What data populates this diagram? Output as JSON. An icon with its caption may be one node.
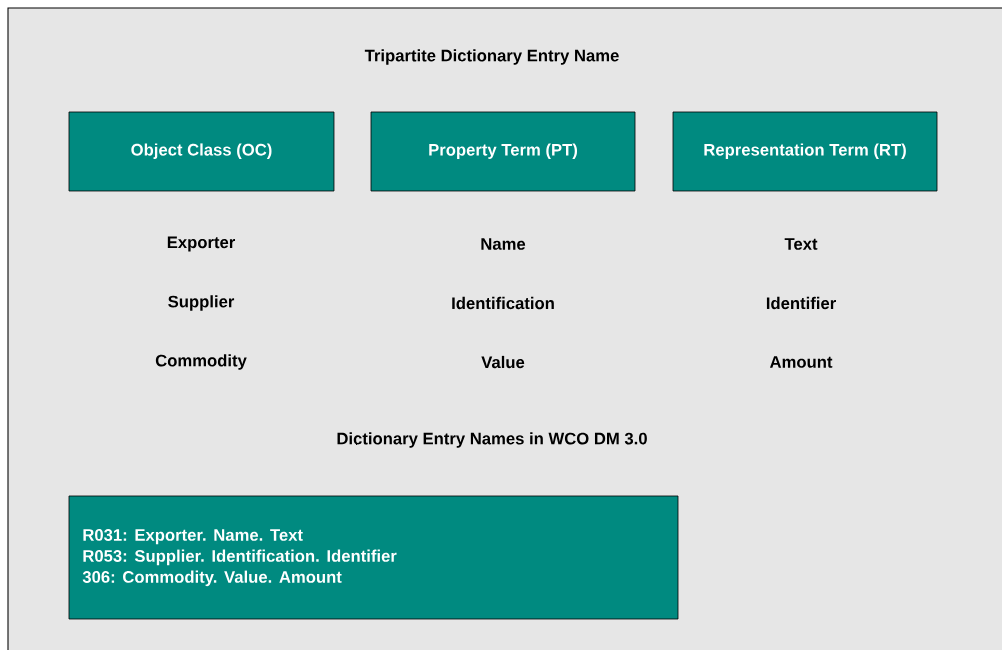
{
  "diagram": {
    "title": "Tripartite Dictionary Entry Name",
    "nodes": [
      {
        "text": [
          "Object Class (OC)"
        ]
      },
      {
        "text": [
          "Property Term (PT)"
        ]
      },
      {
        "text": [
          "Representation Term (RT)"
        ]
      },
      {
        "text": [
          "R031: Exporter. Name. Text",
          "R053: Supplier. Identification. Identifier",
          "306: Commodity. Value. Amount"
        ]
      }
    ],
    "labels": [
      "Exporter",
      "Name",
      "Text",
      "Supplier",
      "Identification",
      "Identifier",
      "Commodity",
      "Value",
      "Amount",
      "Dictionary Entry Names in WCO DM 3.0"
    ]
  }
}
